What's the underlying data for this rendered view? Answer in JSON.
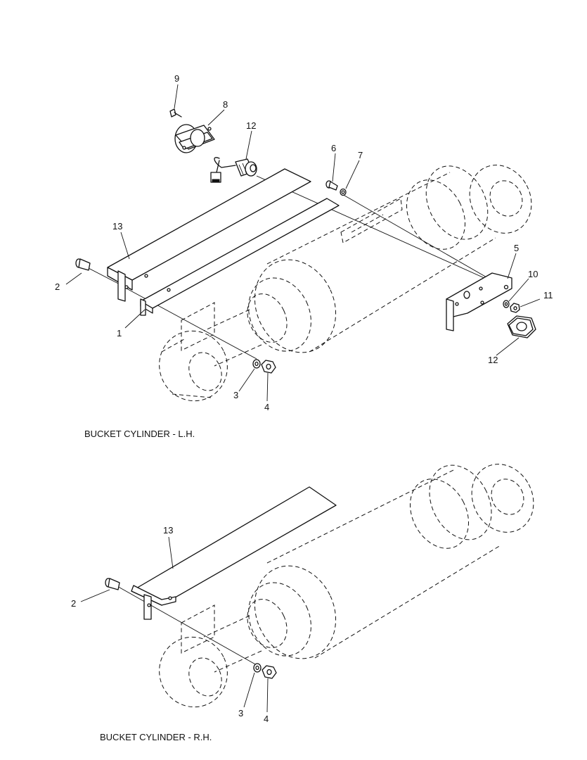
{
  "diagram": {
    "top_caption": "BUCKET CYLINDER - L.H.",
    "bottom_caption": "BUCKET CYLINDER - R.H.",
    "top_callouts": {
      "c9": "9",
      "c8": "8",
      "c12a": "12",
      "c6": "6",
      "c7": "7",
      "c13": "13",
      "c2": "2",
      "c1": "1",
      "c5": "5",
      "c10": "10",
      "c11": "11",
      "c12b": "12",
      "c3": "3",
      "c4": "4"
    },
    "bottom_callouts": {
      "c13": "13",
      "c2": "2",
      "c3": "3",
      "c4": "4"
    }
  }
}
